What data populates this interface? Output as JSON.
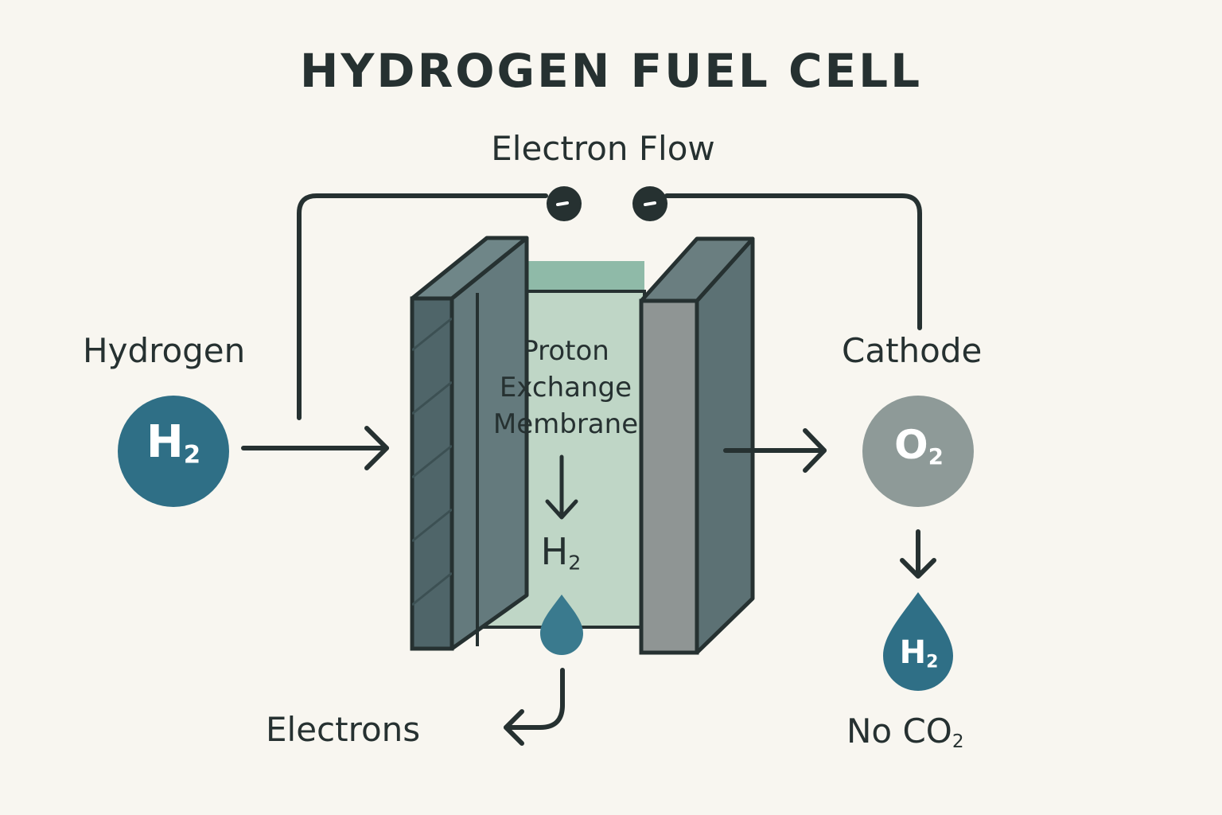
{
  "title": "HYDROGEN FUEL CELL",
  "electron_flow_label": "Electron Flow",
  "hydrogen_label": "Hydrogen",
  "cathode_label": "Cathode",
  "membrane_label": "Proton Exchange Membrane",
  "electrons_label": "Electrons",
  "no_co2": {
    "text": "No CO",
    "subscript": "2"
  },
  "h2_molecule": {
    "symbol": "H",
    "subscript": "2"
  },
  "o2_molecule": {
    "symbol": "O",
    "subscript": "2"
  },
  "inner_h2": {
    "symbol": "H",
    "subscript": "2"
  },
  "water_drop_label": {
    "symbol": "H",
    "subscript": "2"
  },
  "electron_terminals": [
    "-",
    "-"
  ],
  "colors": {
    "background": "#f8f6f0",
    "text": "#263131",
    "hydrogen": "#2f6f86",
    "oxygen": "#8e9a98",
    "membrane": "#bfd6c6",
    "membrane_top": "#8fbaa8",
    "anode": "#4f6569",
    "cathode": "#8f9594",
    "water": "#3a7a8e"
  }
}
